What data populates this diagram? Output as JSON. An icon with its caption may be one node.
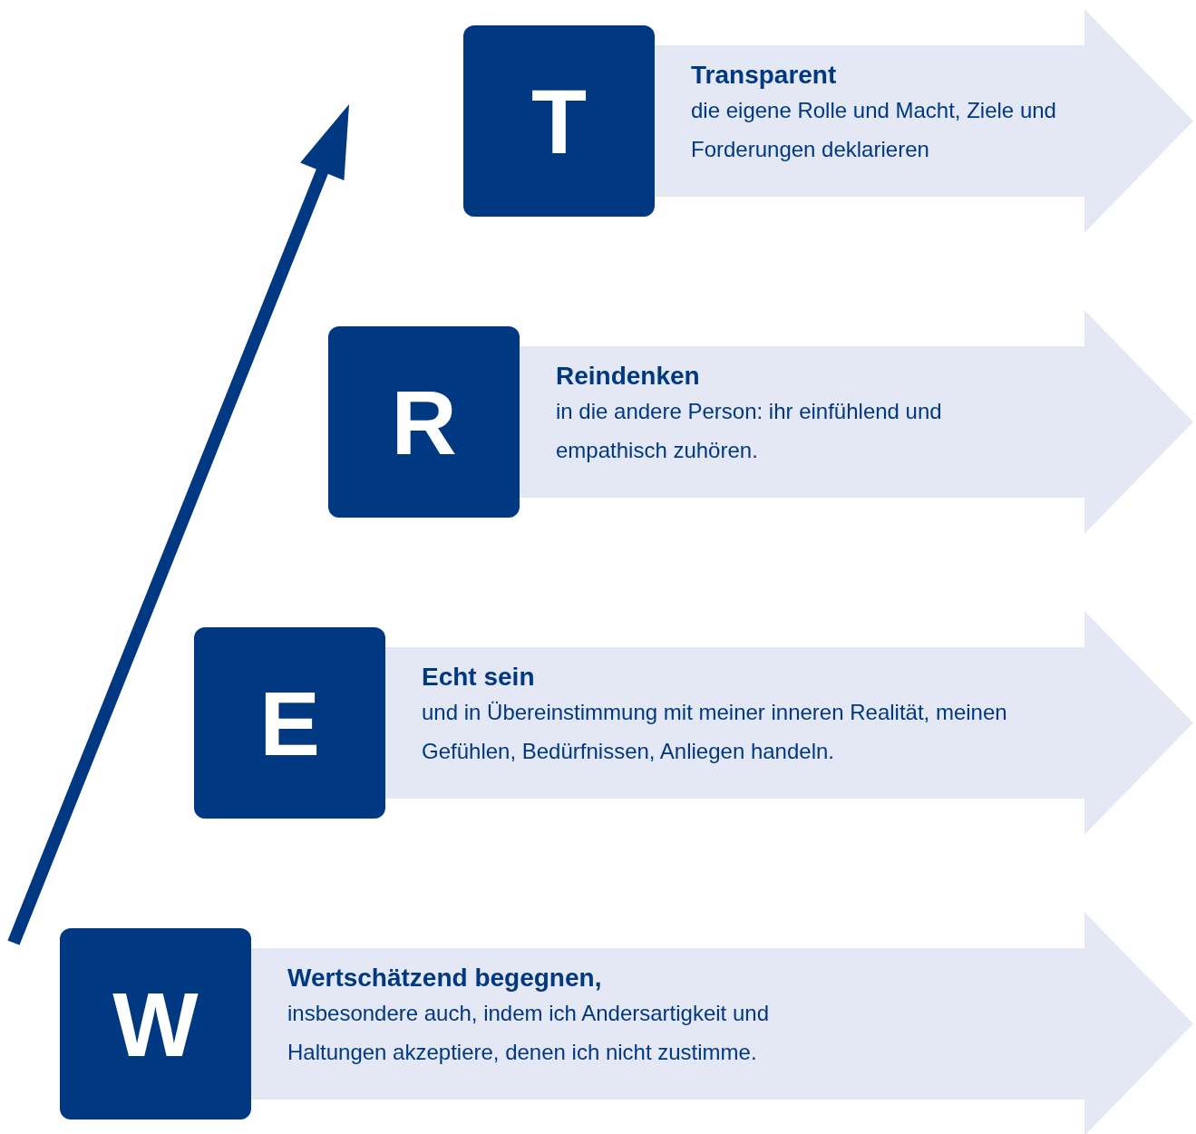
{
  "diagram": {
    "nodes": [
      {
        "text": [
          "T"
        ]
      },
      {
        "text": [
          "Transparent",
          "die eigene Rolle und Macht, Ziele und Forderungen deklarieren"
        ]
      },
      {
        "text": [
          "R"
        ]
      },
      {
        "text": [
          "Reindenken",
          "in die andere Person: ihr einfühlend und empathisch zuhören."
        ]
      },
      {
        "text": [
          "E"
        ]
      },
      {
        "text": [
          "Echt sein",
          "und in Übereinstimmung mit meiner inneren Realität, meinen Gefühlen, Bedürfnissen, Anliegen handeln."
        ]
      },
      {
        "text": [
          "W"
        ]
      },
      {
        "text": [
          "Wertschätzend begegnen,",
          "insbesondere auch, indem ich Andersartigkeit und Haltungen akzeptiere, denen ich nicht zustimme."
        ]
      }
    ],
    "edges": []
  }
}
